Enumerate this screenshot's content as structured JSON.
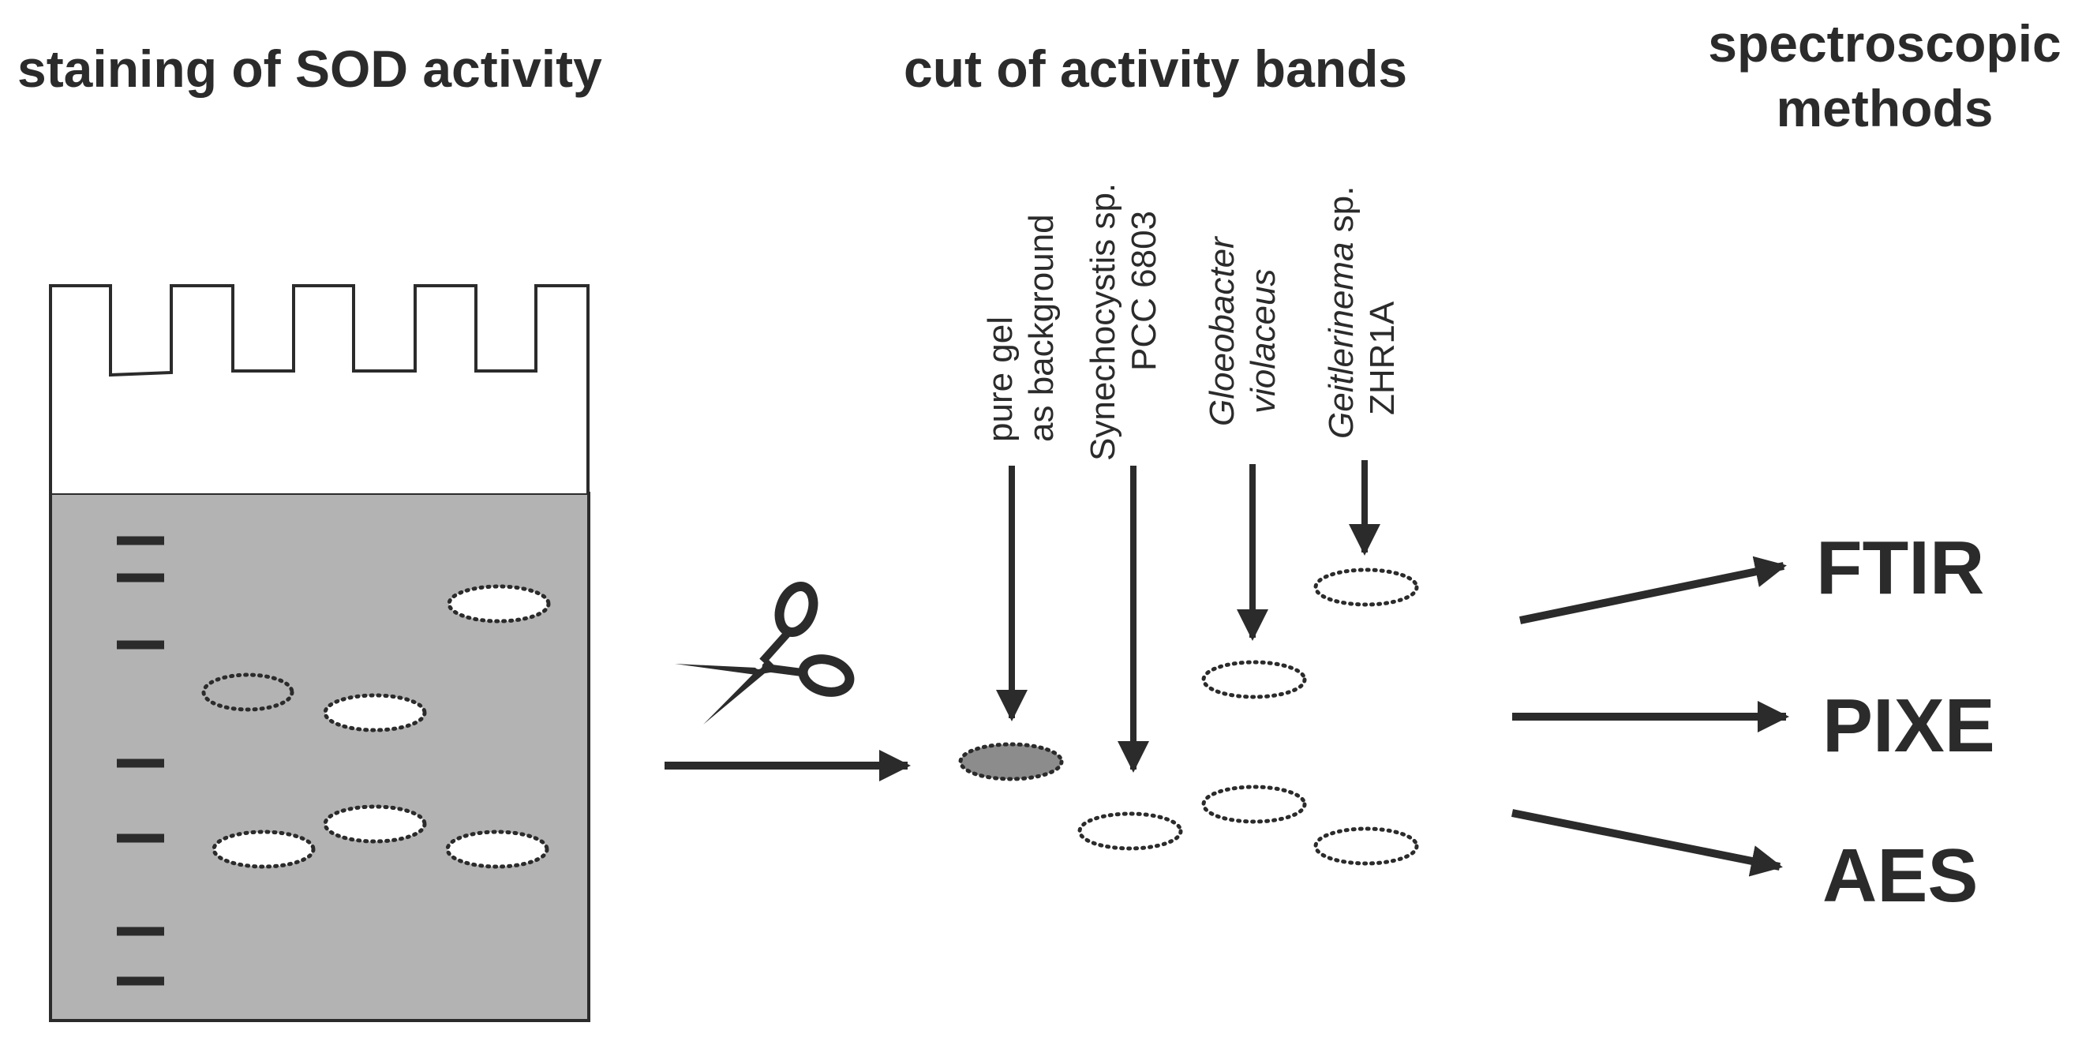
{
  "headings": {
    "staining": "staining of SOD activity",
    "cut": "cut of activity bands",
    "spectroscopic_line1": "spectroscopic",
    "spectroscopic_line2": "methods"
  },
  "lanes": [
    {
      "line1": "pure gel",
      "line2": "as background"
    },
    {
      "line1": "Synechocystis sp.",
      "line2": "PCC 6803"
    },
    {
      "line1": "Gloeobacter",
      "line2": "violaceus"
    },
    {
      "line1_italic": "Geitlerinema",
      "line1_rest": " sp.",
      "line2": "ZHR1A"
    }
  ],
  "methods": [
    "FTIR",
    "PIXE",
    "AES"
  ],
  "colors": {
    "ink": "#2b2b2b",
    "gel": "#b3b3b3",
    "background_band": "#8c8c8c",
    "paper": "#ffffff"
  },
  "icons": {
    "scissors": "scissors-icon"
  }
}
